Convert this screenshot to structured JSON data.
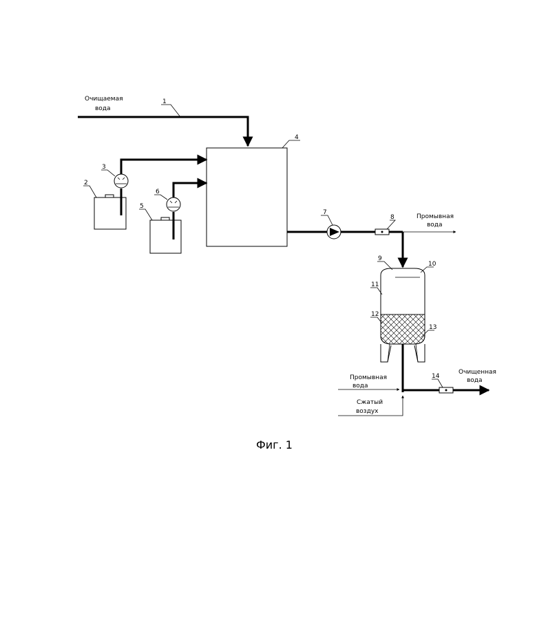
{
  "figure": {
    "caption": "Фиг. 1",
    "labels": {
      "input_water": "Очищаемая вода",
      "input_water_line1": "Очищаемая",
      "input_water_line2": "вода",
      "wash_water_out_line1": "Промывная",
      "wash_water_out_line2": "вода",
      "wash_water_in_line1": "Промывная",
      "wash_water_in_line2": "вода",
      "compressed_air_line1": "Сжатый",
      "compressed_air_line2": "воздух",
      "clean_water_line1": "Очищенная",
      "clean_water_line2": "вода"
    },
    "numbers": [
      "1",
      "2",
      "3",
      "4",
      "5",
      "6",
      "7",
      "8",
      "9",
      "10",
      "11",
      "12",
      "13",
      "14"
    ]
  }
}
